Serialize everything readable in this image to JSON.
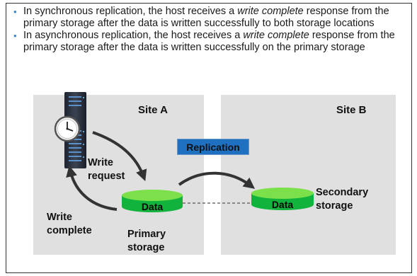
{
  "bullets": [
    {
      "pre": "In synchronous replication, the host receives a ",
      "emph": "write complete",
      "post": " response from the primary storage after the data is written successfully to both storage locations"
    },
    {
      "pre": "In asynchronous replication, the host receives a ",
      "emph": "write complete",
      "post": " response from the primary storage after the data is written successfully on the primary storage"
    }
  ],
  "diagram": {
    "site_a_title": "Site A",
    "site_b_title": "Site B",
    "replication_label": "Replication",
    "write_request_label": "Write request",
    "write_complete_label": "Write complete",
    "primary": {
      "cylinder_label": "Data",
      "caption": "Primary storage"
    },
    "secondary": {
      "cylinder_label": "Data",
      "caption": "Secondary storage"
    }
  },
  "colors": {
    "site_background": "#e0e0e0",
    "replication_badge": "#1f70c1",
    "cylinder_body": "#12b33d",
    "cylinder_top": "#7be04a",
    "bullet_marker": "#3a86c8"
  },
  "icons": {
    "host": "server-with-clock-icon",
    "storage": "database-cylinder-icon"
  }
}
